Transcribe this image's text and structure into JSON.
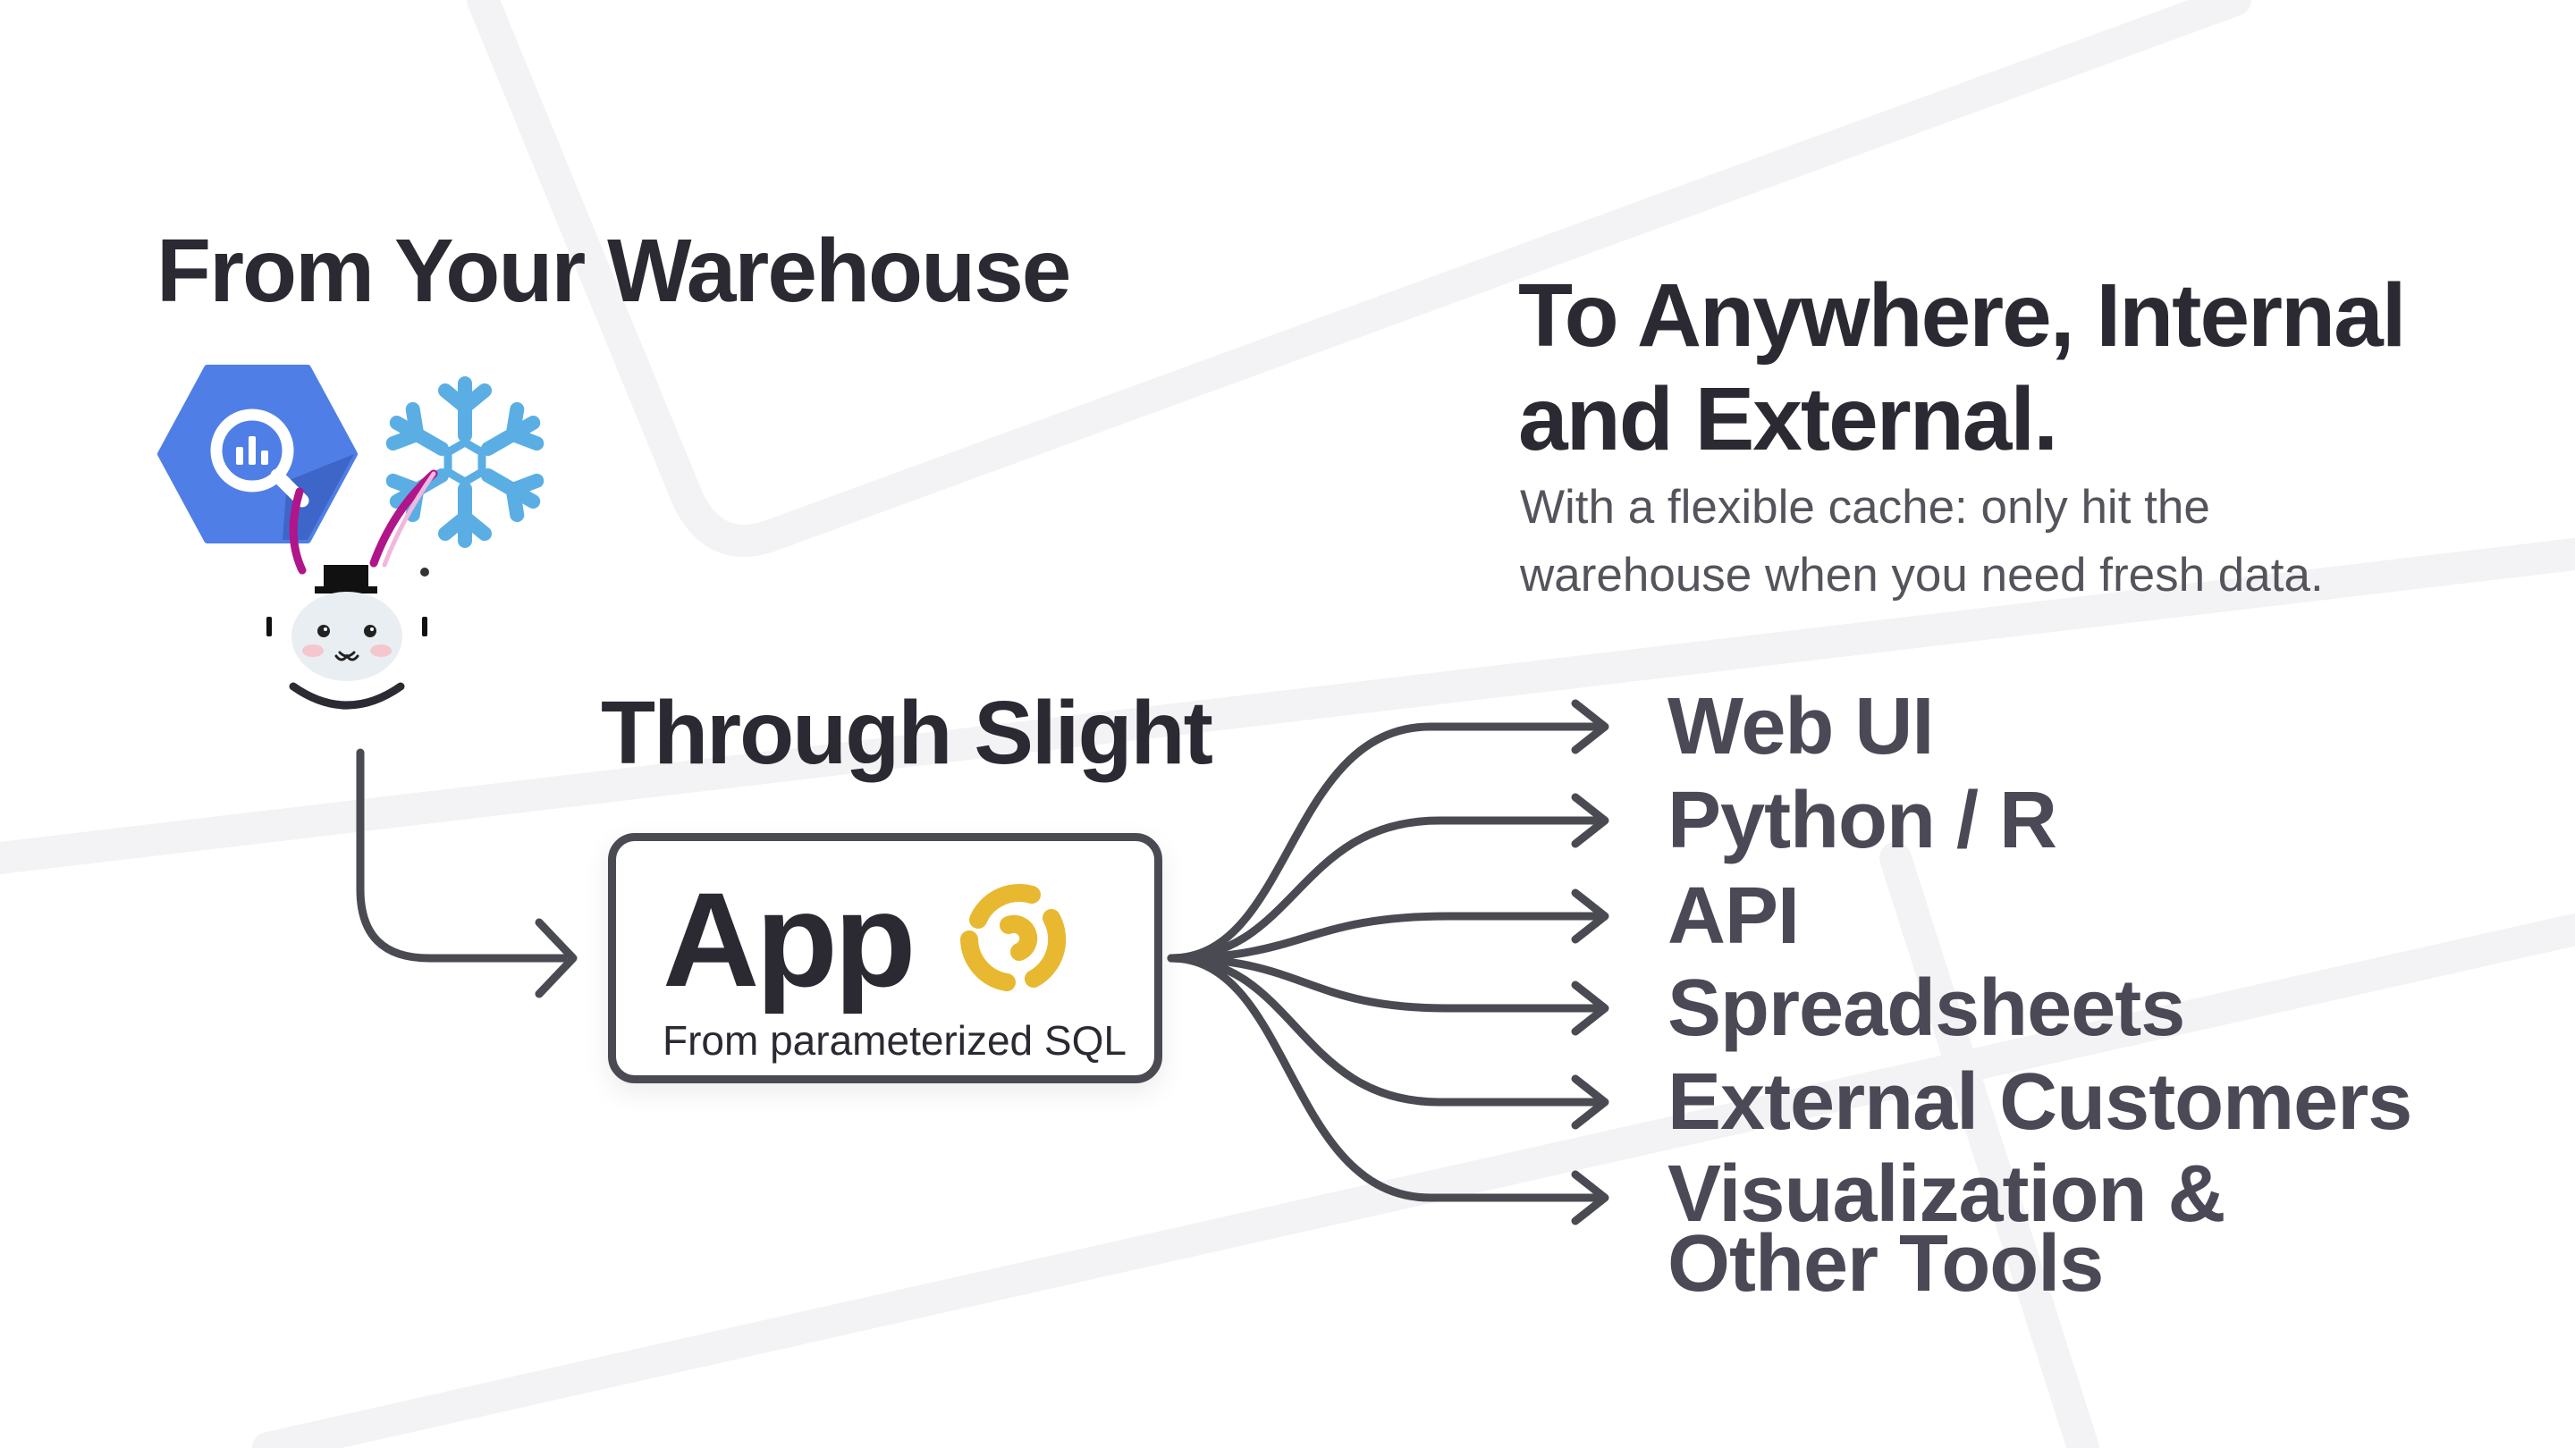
{
  "headings": {
    "from": "From Your Warehouse",
    "to_line1": "To Anywhere, Internal",
    "to_line2": "and External.",
    "subtitle_line1": "With a flexible cache: only hit the",
    "subtitle_line2": "warehouse when you need fresh data.",
    "through": "Through Slight"
  },
  "app": {
    "title": "App",
    "subtitle": "From parameterized SQL"
  },
  "destinations": [
    "Web UI",
    "Python / R",
    "API",
    "Spreadsheets",
    "External Customers",
    "Visualization &",
    "Other Tools"
  ],
  "icons": [
    "bigquery-icon",
    "snowflake-icon",
    "mascot-icon",
    "slight-logo-icon"
  ],
  "colors": {
    "text": "#2b2a33",
    "muted": "#55545c",
    "arrow": "#4a4a52",
    "bigquery_blue": "#4f7fe6",
    "snowflake_blue": "#5aaee4",
    "slight_yellow": "#e8b830",
    "magenta": "#b0158a"
  }
}
